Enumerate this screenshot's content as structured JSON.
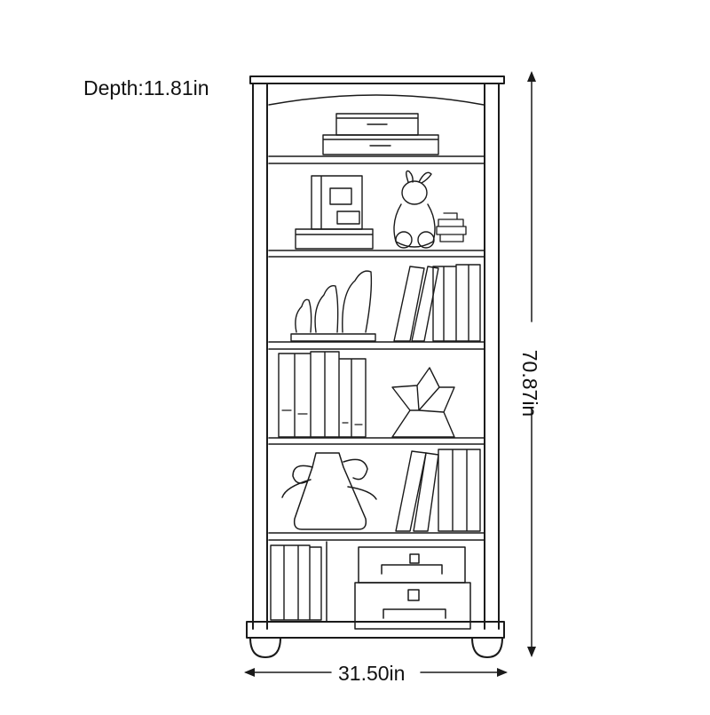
{
  "dimensions": {
    "depth": "Depth:11.81in",
    "width": "31.50in",
    "height": "70.87in"
  },
  "colors": {
    "line": "#1a1a1a",
    "background": "#ffffff"
  }
}
